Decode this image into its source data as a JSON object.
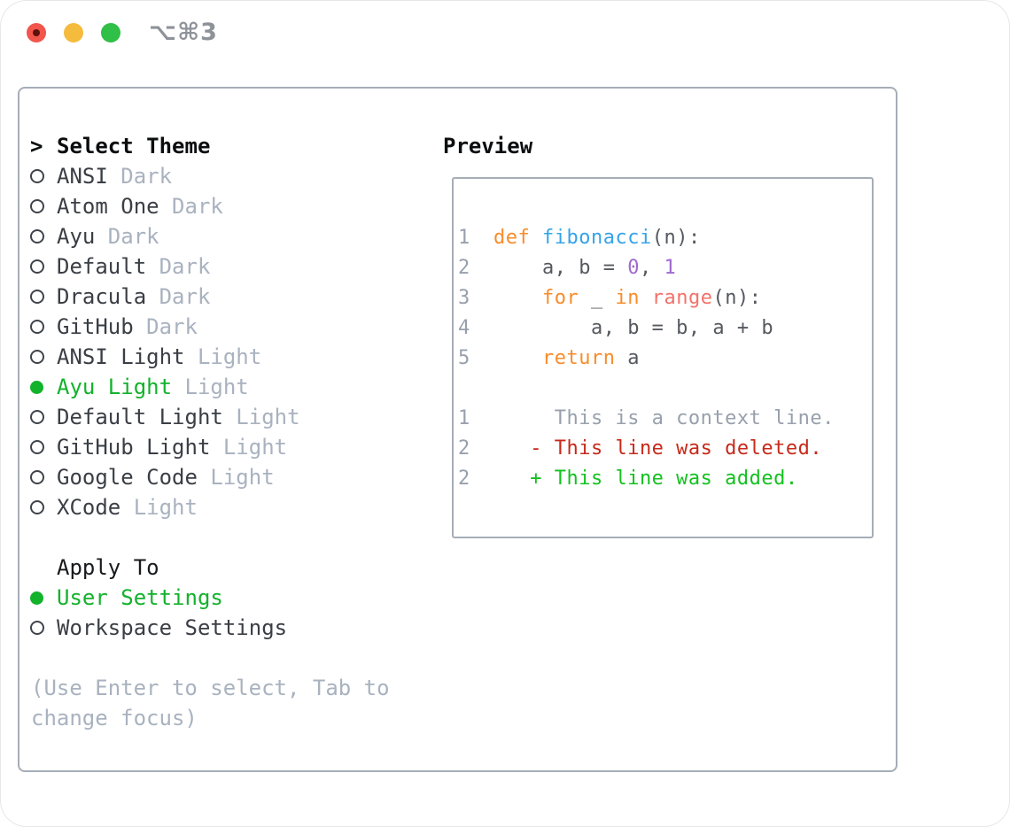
{
  "window": {
    "shortcut": "⌥⌘3"
  },
  "theme_panel": {
    "title": "Select Theme",
    "focus_marker": ">",
    "themes": [
      {
        "name": "ANSI",
        "variant": "Dark",
        "selected": false
      },
      {
        "name": "Atom One",
        "variant": "Dark",
        "selected": false
      },
      {
        "name": "Ayu",
        "variant": "Dark",
        "selected": false
      },
      {
        "name": "Default",
        "variant": "Dark",
        "selected": false
      },
      {
        "name": "Dracula",
        "variant": "Dark",
        "selected": false
      },
      {
        "name": "GitHub",
        "variant": "Dark",
        "selected": false
      },
      {
        "name": "ANSI Light",
        "variant": "Light",
        "selected": false
      },
      {
        "name": "Ayu Light",
        "variant": "Light",
        "selected": true
      },
      {
        "name": "Default Light",
        "variant": "Light",
        "selected": false
      },
      {
        "name": "GitHub Light",
        "variant": "Light",
        "selected": false
      },
      {
        "name": "Google Code",
        "variant": "Light",
        "selected": false
      },
      {
        "name": "XCode",
        "variant": "Light",
        "selected": false
      }
    ]
  },
  "apply_panel": {
    "title": "Apply To",
    "options": [
      {
        "label": "User Settings",
        "selected": true
      },
      {
        "label": "Workspace Settings",
        "selected": false
      }
    ]
  },
  "hint": {
    "line1": "(Use Enter to select, Tab to",
    "line2": "change focus)"
  },
  "preview": {
    "title": "Preview",
    "lines": [
      {
        "num": "1",
        "segments": [
          [
            "def",
            "kw"
          ],
          [
            " ",
            "fg"
          ],
          [
            "fibonacci",
            "fn"
          ],
          [
            "(n):",
            "fg"
          ]
        ]
      },
      {
        "num": "2",
        "segments": [
          [
            "    a, b = ",
            "fg"
          ],
          [
            "0",
            "num"
          ],
          [
            ", ",
            "fg"
          ],
          [
            "1",
            "num"
          ]
        ]
      },
      {
        "num": "3",
        "segments": [
          [
            "    ",
            "fg"
          ],
          [
            "for",
            "kw"
          ],
          [
            " _ ",
            "fg"
          ],
          [
            "in",
            "kw"
          ],
          [
            " ",
            "fg"
          ],
          [
            "range",
            "rng"
          ],
          [
            "(n):",
            "fg"
          ]
        ]
      },
      {
        "num": "4",
        "segments": [
          [
            "        a, b = b, a + b",
            "fg"
          ]
        ]
      },
      {
        "num": "5",
        "segments": [
          [
            "    ",
            "fg"
          ],
          [
            "return",
            "kw"
          ],
          [
            " a",
            "fg"
          ]
        ]
      },
      {
        "num": "",
        "segments": []
      },
      {
        "num": "1",
        "segments": [
          [
            "     This is a context line.",
            "ctx"
          ]
        ]
      },
      {
        "num": "2",
        "segments": [
          [
            "   - This line was deleted.",
            "del"
          ]
        ]
      },
      {
        "num": "2",
        "segments": [
          [
            "   + This line was added.",
            "add"
          ]
        ]
      }
    ]
  },
  "colors": {
    "ui": {
      "panel_border": "#a6adb7",
      "heading": "#0b0d0f",
      "item": "#3a3e45",
      "variant": "#a9b2bf",
      "selected": "#13b22b",
      "hint": "#a9b2bf",
      "ring": "#3f444b",
      "traffic_red": "#f1554b",
      "traffic_red_dot": "#5e100a",
      "traffic_yellow": "#f5bb3d",
      "traffic_green": "#30bf47",
      "shortcut": "#8e9299"
    },
    "code": {
      "gutter": "#98a0ac",
      "fg": "#55595f",
      "kw": "#f88c2b",
      "fn": "#36a3e9",
      "num": "#a06ad0",
      "rng": "#f3726a",
      "ctx": "#98a0ac",
      "del": "#c6291a",
      "add": "#13c11f"
    }
  }
}
